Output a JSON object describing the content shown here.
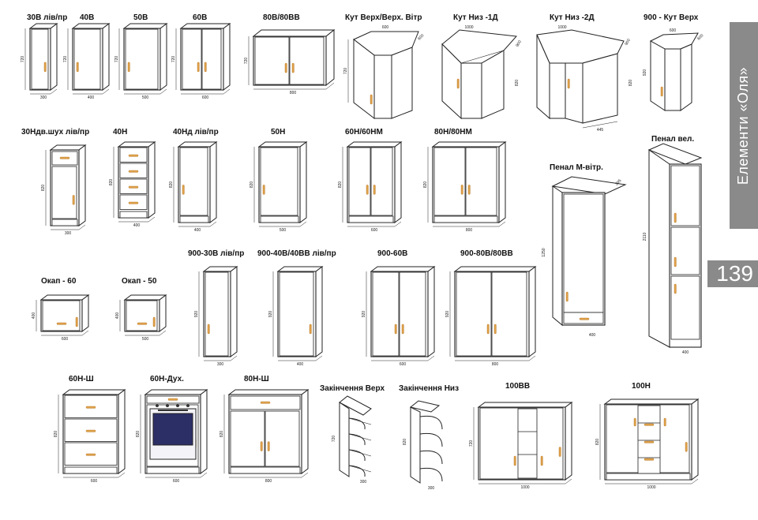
{
  "side_title": "Елементи «Оля»",
  "page_number": "139",
  "items": [
    {
      "id": "30v",
      "label": "30В лів/пр",
      "dims": [
        "720",
        "300"
      ]
    },
    {
      "id": "40v",
      "label": "40В",
      "dims": [
        "720",
        "400"
      ]
    },
    {
      "id": "50v",
      "label": "50В",
      "dims": [
        "720",
        "500"
      ]
    },
    {
      "id": "60v",
      "label": "60В",
      "dims": [
        "720",
        "600"
      ]
    },
    {
      "id": "80v",
      "label": "80В/80ВВ",
      "dims": [
        "720",
        "800"
      ]
    },
    {
      "id": "kut-verh",
      "label": "Кут Верх/Верх. Вітр",
      "dims": [
        "720",
        "600",
        "600"
      ]
    },
    {
      "id": "kut-niz-1d",
      "label": "Кут Низ -1Д",
      "dims": [
        "820",
        "1000",
        "900"
      ]
    },
    {
      "id": "kut-niz-2d",
      "label": "Кут Низ -2Д",
      "dims": [
        "820",
        "1000",
        "900",
        "445"
      ]
    },
    {
      "id": "900-kut-verh",
      "label": "900 - Кут Верх",
      "dims": [
        "920",
        "600",
        "600"
      ]
    },
    {
      "id": "30nd",
      "label": "30Ндв.шух лів/пр",
      "dims": [
        "820",
        "300"
      ]
    },
    {
      "id": "40n",
      "label": "40Н",
      "dims": [
        "820",
        "400"
      ]
    },
    {
      "id": "40nd",
      "label": "40Нд лів/пр",
      "dims": [
        "820",
        "400"
      ]
    },
    {
      "id": "50n",
      "label": "50Н",
      "dims": [
        "820",
        "500"
      ]
    },
    {
      "id": "60n",
      "label": "60Н/60НМ",
      "dims": [
        "820",
        "600"
      ]
    },
    {
      "id": "80n",
      "label": "80Н/80НМ",
      "dims": [
        "820",
        "800"
      ]
    },
    {
      "id": "penal-m",
      "label": "Пенал М-вітр.",
      "dims": [
        "1250",
        "400",
        "295"
      ]
    },
    {
      "id": "penal-vel",
      "label": "Пенал вел.",
      "dims": [
        "2110",
        "400"
      ]
    },
    {
      "id": "okap60",
      "label": "Окап - 60",
      "dims": [
        "400",
        "600"
      ]
    },
    {
      "id": "okap50",
      "label": "Окап - 50",
      "dims": [
        "400",
        "500"
      ]
    },
    {
      "id": "900-30v",
      "label": "900-30В лів/пр",
      "dims": [
        "920",
        "300"
      ]
    },
    {
      "id": "900-40v",
      "label": "900-40В/40ВВ лів/пр",
      "dims": [
        "920",
        "400"
      ]
    },
    {
      "id": "900-60v",
      "label": "900-60В",
      "dims": [
        "920",
        "600"
      ]
    },
    {
      "id": "900-80v",
      "label": "900-80В/80ВВ",
      "dims": [
        "920",
        "800"
      ]
    },
    {
      "id": "60n-sh",
      "label": "60Н-Ш",
      "dims": [
        "820",
        "600"
      ]
    },
    {
      "id": "60n-duh",
      "label": "60Н-Дух.",
      "dims": [
        "820",
        "600"
      ]
    },
    {
      "id": "80n-sh",
      "label": "80Н-Ш",
      "dims": [
        "820",
        "800"
      ]
    },
    {
      "id": "zak-verh",
      "label": "Закінчення Верх",
      "dims": [
        "720",
        "300"
      ]
    },
    {
      "id": "zak-niz",
      "label": "Закінчення Низ",
      "dims": [
        "820",
        "300"
      ]
    },
    {
      "id": "100vv",
      "label": "100ВВ",
      "dims": [
        "720",
        "1000"
      ]
    },
    {
      "id": "100n",
      "label": "100Н",
      "dims": [
        "820",
        "1000"
      ]
    }
  ]
}
